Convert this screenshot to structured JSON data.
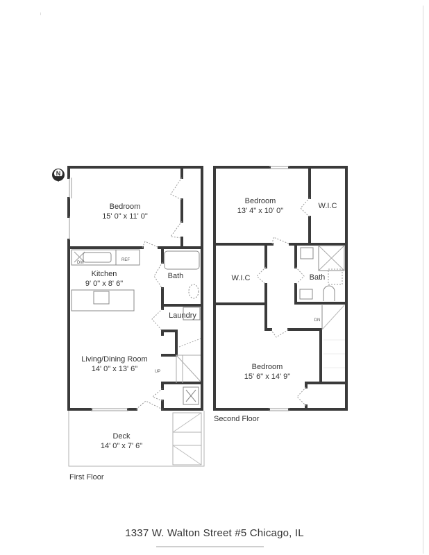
{
  "document": {
    "address": "1337 W. Walton Street #5 Chicago, IL",
    "compass": {
      "icon": "north-arrow-icon",
      "letter": "N"
    }
  },
  "first_floor": {
    "caption": "First Floor",
    "rooms": [
      {
        "name": "Bedroom",
        "dimensions": "15' 0\" x 11' 0\""
      },
      {
        "name": "Kitchen",
        "dimensions": "9' 0\" x 8' 6\""
      },
      {
        "name": "Bath",
        "dimensions": ""
      },
      {
        "name": "Laundry",
        "dimensions": ""
      },
      {
        "name": "Living/Dining Room",
        "dimensions": "14' 0\" x 13' 6\""
      },
      {
        "name": "Deck",
        "dimensions": "14' 0\" x 7' 6\""
      }
    ],
    "fixtures": {
      "dishwasher": "DW",
      "refrigerator": "REF",
      "stairs": "UP"
    }
  },
  "second_floor": {
    "caption": "Second Floor",
    "rooms": [
      {
        "name": "Bedroom",
        "dimensions": "13' 4\" x 10' 0\""
      },
      {
        "name": "W.I.C",
        "dimensions": ""
      },
      {
        "name": "W.I.C",
        "dimensions": ""
      },
      {
        "name": "Bath",
        "dimensions": ""
      },
      {
        "name": "Bedroom",
        "dimensions": "15' 6\" x 14' 9\""
      }
    ],
    "fixtures": {
      "stairs": "DN"
    }
  }
}
